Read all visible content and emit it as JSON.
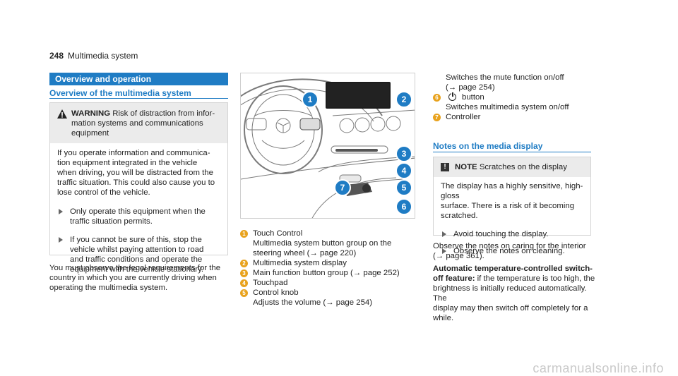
{
  "page_header": {
    "number": "248",
    "title": "Multimedia system"
  },
  "section_title": "Overview and operation",
  "subheading_overview": "Overview of the multimedia system",
  "warning": {
    "label": "WARNING",
    "lead": "Risk of distraction from infor-",
    "lead_rest": "mation systems and communications\nequipment",
    "body": "If you operate information and communica-\ntion equipment integrated in the vehicle\nwhen driving, you will be distracted from the\ntraffic situation. This could also cause you to\nlose control of the vehicle.",
    "bullets": [
      "Only operate this equipment when the\ntraffic situation permits.",
      "If you cannot be sure of this, stop the\nvehicle whilst paying attention to road\nand traffic conditions and operate the\nequipment with the vehicle stationary."
    ]
  },
  "left_paragraph": "You must observe the legal requirements for the\ncountry in which you are currently driving when\noperating the multimedia system.",
  "figure_callouts": [
    "1",
    "2",
    "3",
    "4",
    "5",
    "6",
    "7"
  ],
  "legend": [
    {
      "num": "1",
      "title": "Touch Control",
      "sub": "Multimedia system button group on the\nsteering wheel (→ page 220)"
    },
    {
      "num": "2",
      "title": "Multimedia system display",
      "sub": ""
    },
    {
      "num": "3",
      "title": "Main function button group (→ page 252)",
      "sub": ""
    },
    {
      "num": "4",
      "title": "Touchpad",
      "sub": ""
    },
    {
      "num": "5",
      "title": "Control knob",
      "sub": "Adjusts the volume (→ page 254)"
    }
  ],
  "right_top": {
    "continued": "Switches the mute function on/off\n(→ page 254)",
    "item6": {
      "num": "6",
      "label": "button",
      "sub": "Switches multimedia system on/off"
    },
    "item7": {
      "num": "7",
      "label": "Controller"
    }
  },
  "subheading_notes": "Notes on the media display",
  "note": {
    "label": "NOTE",
    "lead": "Scratches on the display",
    "body": "The display has a highly sensitive, high-gloss\nsurface. There is a risk of it becoming\nscratched.",
    "bullets": [
      "Avoid touching the display.",
      "Observe the notes on cleaning."
    ]
  },
  "right_paragraph": "Observe the notes on caring for the interior\n(→ page 361).",
  "auto_temp": {
    "bold": "Automatic temperature-controlled switch-\noff feature:",
    "text": " if the temperature is too high, the\nbrightness is initially reduced automatically. The\ndisplay may then switch off completely for a\nwhile."
  },
  "watermark": "carmanualsonline.info"
}
